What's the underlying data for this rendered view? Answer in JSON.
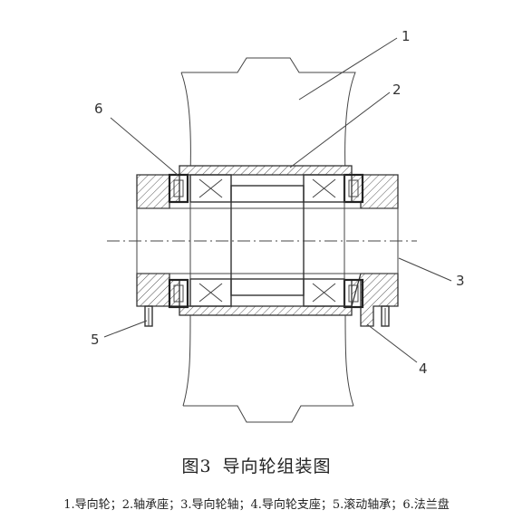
{
  "figure": {
    "caption_number": "图3",
    "caption_text": "导向轮组装图"
  },
  "callouts": [
    "1",
    "2",
    "3",
    "4",
    "5",
    "6"
  ],
  "legend": [
    "1.导向轮；",
    "2.轴承座；",
    "3.导向轮轴；",
    "4.导向轮支座；",
    "5.滚动轴承；",
    "6.法兰盘"
  ]
}
